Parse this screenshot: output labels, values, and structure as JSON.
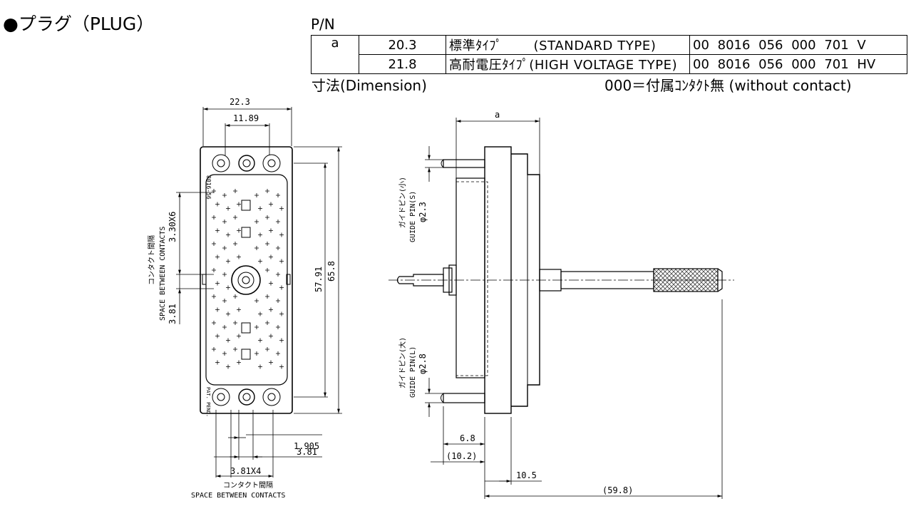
{
  "title": "●プラグ（PLUG）",
  "pn_label": "P/N",
  "table": {
    "a_label": "a",
    "rows": [
      {
        "value": "20.3",
        "type": "標準ﾀｲﾌﾟ　 　(STANDARD TYPE)",
        "part": "00 8016 056 000 701 V"
      },
      {
        "value": "21.8",
        "type": "高耐電圧ﾀｲﾌﾟ(HIGH VOLTAGE TYPE)",
        "part": "00 8016 056 000 701 HV"
      }
    ]
  },
  "dimension_label": "寸法(Dimension)",
  "no_contact_note": "000＝付属ｺﾝﾀｸﾄ無 (without contact)",
  "front_view": {
    "dim_width": "22.3",
    "dim_pin_span": "11.89",
    "dim_height_inner": "57.91",
    "dim_height_outer": "65.8",
    "dim_pitch_vertical": "3.30X6",
    "dim_offset_vertical": "3.81",
    "vertical_label_jp": "コンタクト間隔",
    "vertical_label_en": "SPACE BETWEEN CONTACTS",
    "dim_1905": "1.905",
    "dim_381": "3.81",
    "dim_381x4": "3.81X4",
    "bottom_label_jp": "コンタクト間隔",
    "bottom_label_en": "SPACE BETWEEN CONTACTS",
    "marking_top": "8016-56",
    "marking_bottom": "PAT. PEND."
  },
  "side_view": {
    "dim_a": "a",
    "guide_s_jp": "ガイドピン(小)",
    "guide_s_en": "GUIDE PIN(S)",
    "guide_s_dia": "φ2.3",
    "guide_l_jp": "ガイドピン(大)",
    "guide_l_en": "GUIDE PIN(L)",
    "guide_l_dia": "φ2.8",
    "dim_68": "6.8",
    "dim_102": "(10.2)",
    "dim_105": "10.5",
    "dim_598": "(59.8)"
  },
  "colors": {
    "line": "#000000",
    "knurl": "#444444"
  }
}
